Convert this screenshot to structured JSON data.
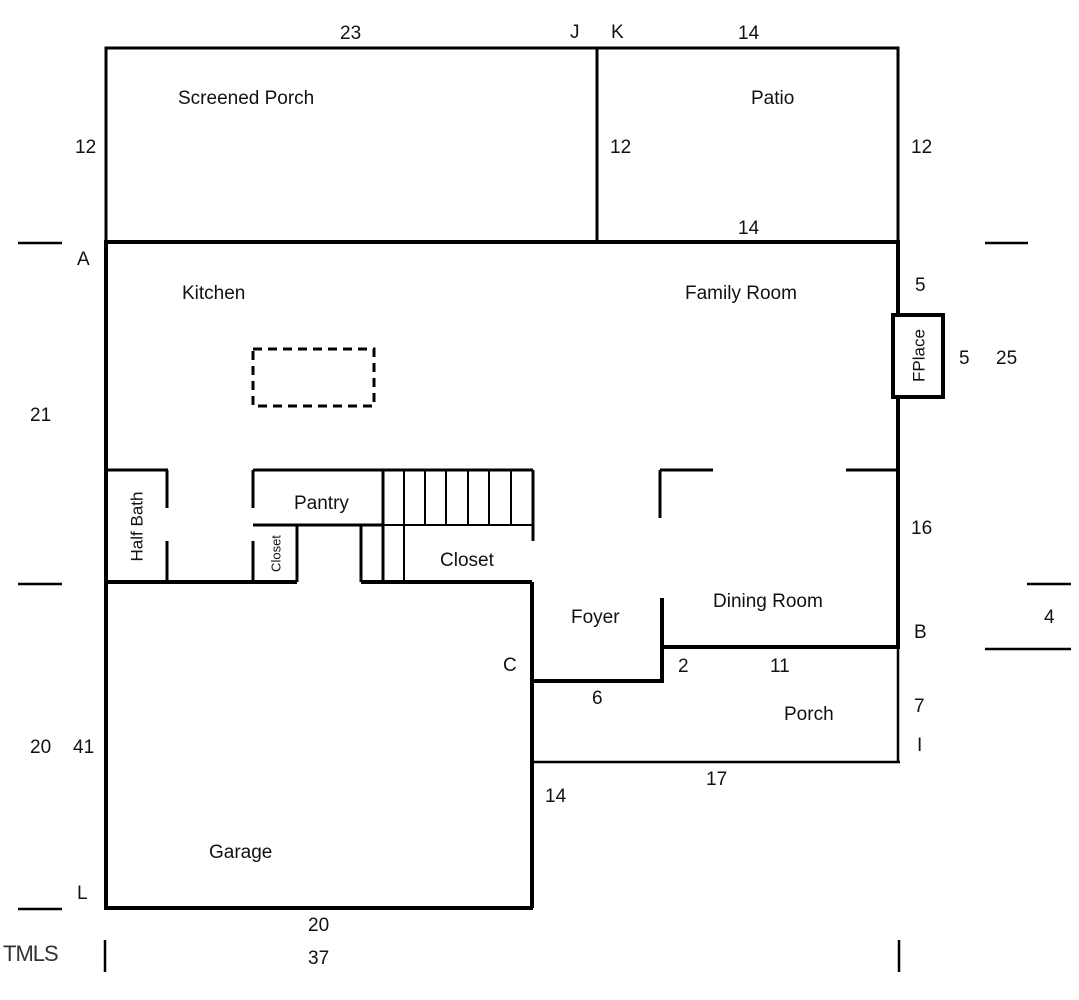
{
  "rooms": {
    "screened_porch": "Screened Porch",
    "patio": "Patio",
    "kitchen": "Kitchen",
    "family_room": "Family Room",
    "fireplace": "FPlace",
    "half_bath": "Half Bath",
    "pantry": "Pantry",
    "closet_small": "Closet",
    "closet": "Closet",
    "foyer": "Foyer",
    "dining_room": "Dining Room",
    "porch": "Porch",
    "garage": "Garage"
  },
  "points": {
    "a": "A",
    "b": "B",
    "c": "C",
    "i": "I",
    "j": "J",
    "k": "K",
    "l": "L"
  },
  "dimensions": {
    "top_23": "23",
    "top_14": "14",
    "left_12": "12",
    "mid_12": "12",
    "right_12": "12",
    "patio_bottom_14": "14",
    "right_5": "5",
    "fplace_5": "5",
    "right_25": "25",
    "left_21": "21",
    "right_16": "16",
    "right_4": "4",
    "dining_2": "2",
    "dining_11": "11",
    "foyer_6": "6",
    "porch_7": "7",
    "left_20": "20",
    "left_41": "41",
    "garage_14": "14",
    "porch_17": "17",
    "garage_20": "20",
    "bottom_37": "37"
  },
  "watermark": "TMLS"
}
